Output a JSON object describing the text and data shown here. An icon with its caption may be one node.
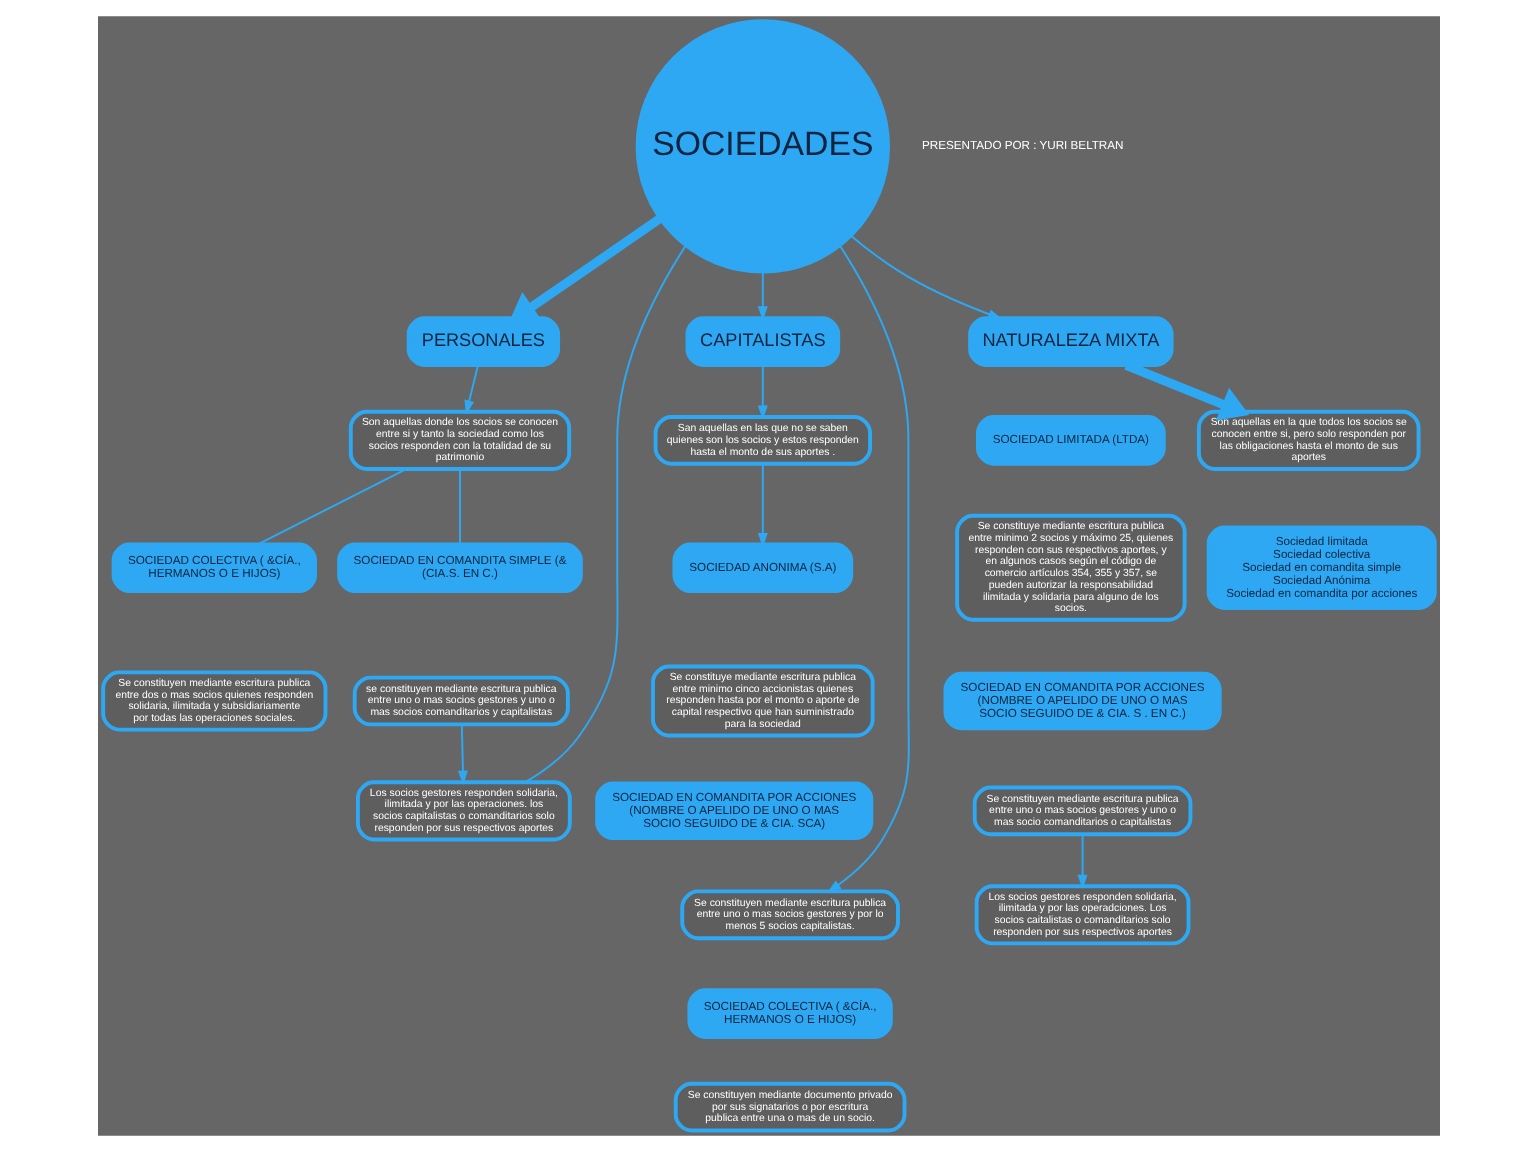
{
  "diagram": {
    "nodes": [
      {
        "text": [
          "SOCIEDADES"
        ]
      },
      {
        "text": [
          "PERSONALES"
        ]
      },
      {
        "text": [
          "Son aquellas donde los socios se conocen entre si y tanto la sociedad como los socios responden con la totalidad de su patrimonio"
        ]
      },
      {
        "text": [
          "SOCIEDAD COLECTIVA ( &CÍA., HERMANOS O E HIJOS)"
        ]
      },
      {
        "text": [
          "SOCIEDAD EN COMANDITA SIMPLE (& (CIA.S. EN C.)"
        ]
      },
      {
        "text": [
          "Se constituyen mediante escritura publica entre dos o mas socios quienes responden solidaria, ilimitada y subsidiariamente por todas las operaciones sociales."
        ]
      },
      {
        "text": [
          "se constituyen mediante escritura publica entre uno o mas socios gestores y uno o mas socios comanditarios y capitalistas"
        ]
      },
      {
        "text": [
          "Los socios gestores responden solidaria, ilimitada y por las operaciones. los socios capitalistas o comanditarios solo responden por sus respectivos aportes"
        ]
      },
      {
        "text": [
          "CAPITALISTAS"
        ]
      },
      {
        "text": [
          "San aquellas en las que no se saben quienes son los socios y estos responden hasta el monto de sus aportes ."
        ]
      },
      {
        "text": [
          "SOCIEDAD ANONIMA (S.A)"
        ]
      },
      {
        "text": [
          "Se constituye mediante escritura publica entre minimo cinco accionistas quienes responden hasta por el monto o aporte de capital respectivo que han suministrado para la sociedad"
        ]
      },
      {
        "text": [
          "SOCIEDAD EN COMANDITA POR ACCIONES (NOMBRE O APELIDO DE UNO O MAS SOCIO SEGUIDO DE & CIA. SCA)"
        ]
      },
      {
        "text": [
          "Se constituyen mediante escritura publica entre uno o mas socios gestores y por lo menos 5 socios capitalistas."
        ]
      },
      {
        "text": [
          "SOCIEDAD COLECTIVA ( &CÍA., HERMANOS O E HIJOS)"
        ]
      },
      {
        "text": [
          "Se constituyen mediante documento privado por sus signatarios o por escritura publica entre una o mas de un socio."
        ]
      },
      {
        "text": [
          "NATURALEZA MIXTA"
        ]
      },
      {
        "text": [
          "SOCIEDAD LIMITADA (LTDA)"
        ]
      },
      {
        "text": [
          "Se constituye mediante escritura publica entre minimo 2 socios y máximo 25, quienes responden con sus respectivos aportes, y en algunos casos según el código de comercio artículos 354, 355 y 357, se pueden autorizar la responsabilidad ilimitada y solidaria para alguno de los socios."
        ]
      },
      {
        "text": [
          "Son aquellas en la que todos los socios se conocen entre si, pero solo responden por las obligaciones hasta el monto de sus aportes"
        ]
      },
      {
        "text": [
          "Sociedad limitada",
          "Sociedad colectiva",
          "Sociedad en comandita simple",
          "Sociedad Anónima",
          "Sociedad en comandita por acciones"
        ]
      },
      {
        "text": [
          "SOCIEDAD EN COMANDITA POR ACCIONES (NOMBRE O APELIDO DE UNO O MAS SOCIO SEGUIDO DE & CIA. S . EN C.)"
        ]
      },
      {
        "text": [
          "Se constituyen mediante escritura publica entre uno o mas socios gestores y uno o mas socio comanditarios o capitalistas"
        ]
      },
      {
        "text": [
          "Los socios gestores responden solidaria, ilimitada y por las operadciones. Los socios caitalistas o comanditarios solo responden por sus respectivos aportes"
        ]
      }
    ],
    "edges": [
      {
        "from": 0,
        "to": 1,
        "arrow": "to",
        "style": "thick"
      },
      {
        "from": 1,
        "to": 2,
        "arrow": "to"
      },
      {
        "from": 2,
        "to": 3,
        "arrow": "none"
      },
      {
        "from": 2,
        "to": 4,
        "arrow": "none"
      },
      {
        "from": 6,
        "to": 7,
        "arrow": "to"
      },
      {
        "from": 0,
        "to": 7,
        "arrow": "none"
      },
      {
        "from": 0,
        "to": 13,
        "arrow": "to"
      },
      {
        "from": 0,
        "to": 8,
        "arrow": "to"
      },
      {
        "from": 8,
        "to": 9,
        "arrow": "to"
      },
      {
        "from": 9,
        "to": 10,
        "arrow": "to"
      },
      {
        "from": 0,
        "to": 16,
        "arrow": "to"
      },
      {
        "from": 16,
        "to": 19,
        "arrow": "to",
        "style": "thick"
      },
      {
        "from": 22,
        "to": 23,
        "arrow": "to"
      }
    ],
    "labels": [
      "PRESENTADO POR : YURI BELTRAN"
    ]
  }
}
